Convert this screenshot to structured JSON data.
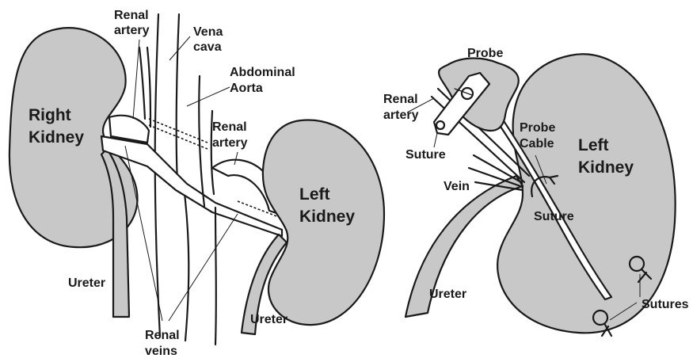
{
  "left_figure": {
    "right_kidney": [
      "Right",
      "Kidney"
    ],
    "left_kidney": [
      "Left",
      "Kidney"
    ],
    "renal_artery_top": [
      "Renal",
      "artery"
    ],
    "vena_cava": [
      "Vena",
      "cava"
    ],
    "abdominal_aorta": [
      "Abdominal",
      "Aorta"
    ],
    "renal_artery_mid": [
      "Renal",
      "artery"
    ],
    "ureter_left": "Ureter",
    "ureter_right": "Ureter",
    "renal_veins": [
      "Renal",
      "veins"
    ]
  },
  "right_figure": {
    "probe": "Probe",
    "renal_artery": [
      "Renal",
      "artery"
    ],
    "suture_top": "Suture",
    "probe_cable": [
      "Probe",
      "Cable"
    ],
    "left_kidney": [
      "Left",
      "Kidney"
    ],
    "vein": "Vein",
    "suture_mid": "Suture",
    "ureter": "Ureter",
    "sutures": "Sutures"
  },
  "colors": {
    "organ_fill": "#c8c8c8",
    "outline": "#1a1a1a",
    "background": "#ffffff"
  }
}
